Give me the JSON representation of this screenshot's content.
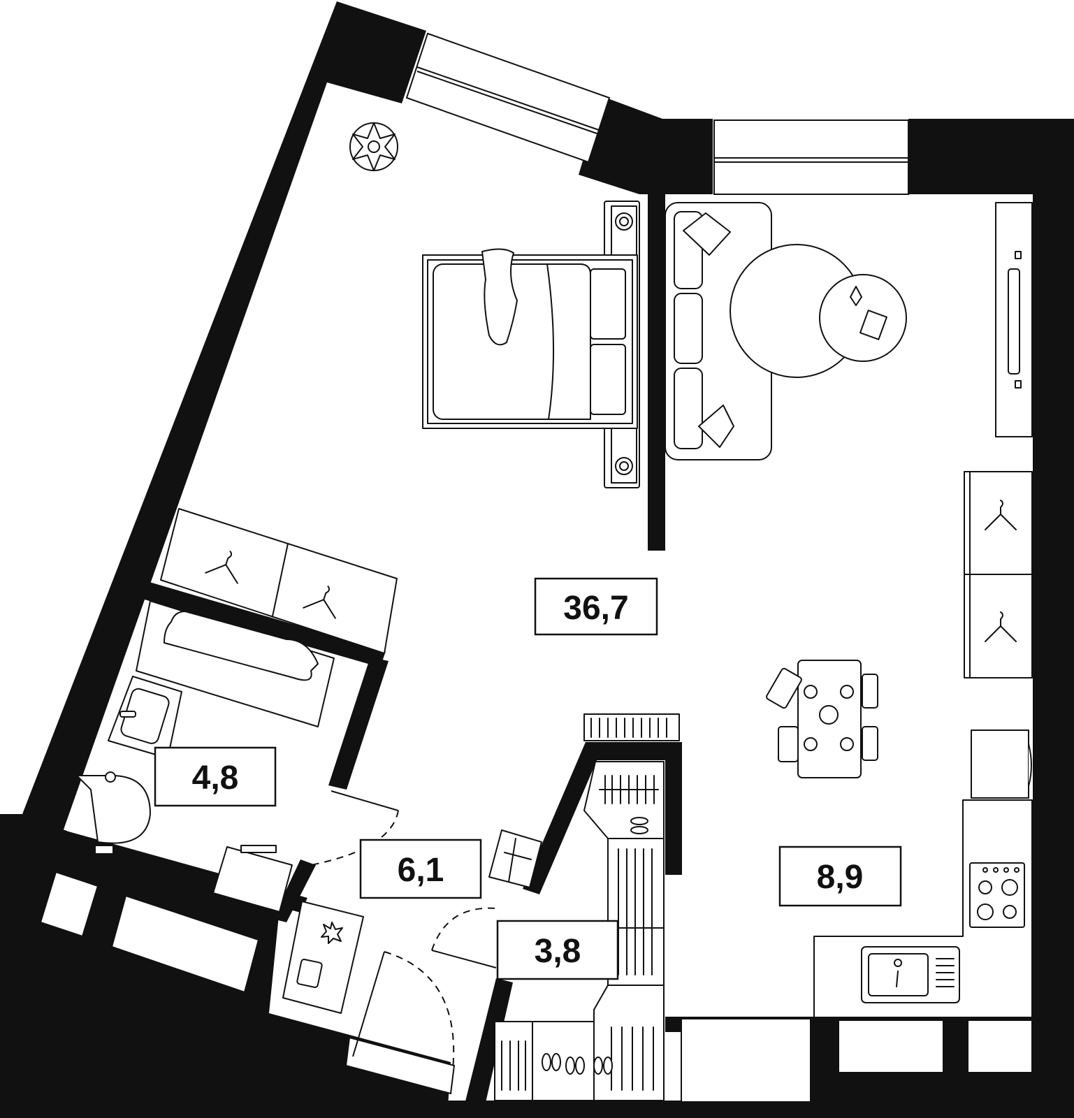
{
  "rooms": {
    "living": {
      "area": "36,7"
    },
    "bathroom": {
      "area": "4,8"
    },
    "hallway": {
      "area": "6,1"
    },
    "wardrobe": {
      "area": "3,8"
    },
    "kitchen": {
      "area": "8,9"
    }
  },
  "colors": {
    "wall": "#111111",
    "line": "#111111",
    "background": "#ffffff"
  },
  "icons": [
    "plant-icon",
    "bed-icon",
    "sofa-icon",
    "round-table-icon",
    "tv-icon",
    "hanger-icon",
    "bathtub-icon",
    "sink-icon",
    "toilet-icon",
    "washing-machine-icon",
    "stove-icon",
    "kitchen-sink-icon",
    "fridge-icon",
    "dining-table-icon",
    "shoes-icon"
  ]
}
